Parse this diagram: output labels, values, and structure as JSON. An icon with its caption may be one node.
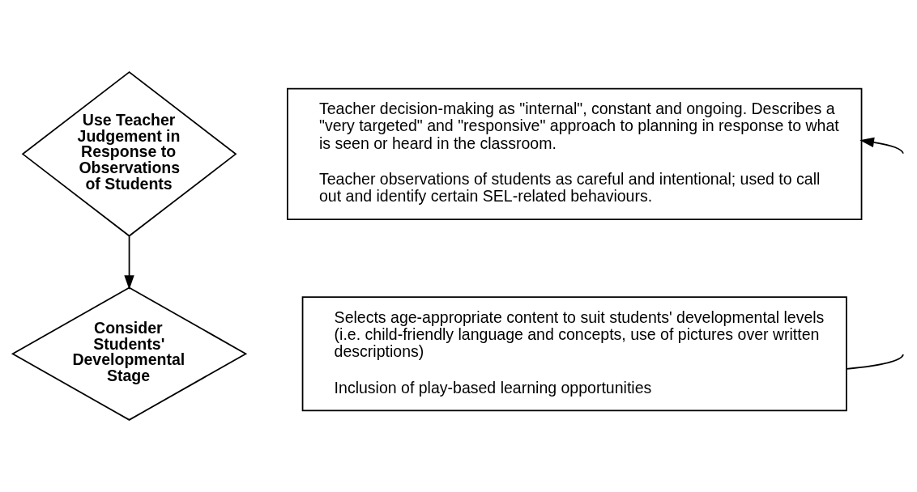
{
  "diagram": {
    "nodes": [
      {
        "text": [
          "Use Teacher Judgement in Response to Observations of Students"
        ]
      },
      {
        "text": [
          "Teacher decision-making as \"internal\", constant and ongoing. Describes a \"very targeted\" and \"responsive\" approach to planning in response to what is seen or heard in the classroom.",
          "Teacher observations of students as careful and intentional; used to call out and identify certain SEL-related behaviours."
        ]
      },
      {
        "text": [
          "Consider Students' Developmental Stage"
        ]
      },
      {
        "text": [
          "Selects age-appropriate content to suit students' developmental levels (i.e. child-friendly language and concepts, use of pictures over written descriptions)",
          "Inclusion of play-based learning opportunities"
        ]
      }
    ],
    "edges": [
      {
        "from": 0,
        "to": 2,
        "arrow": "to"
      },
      {
        "from": null,
        "to": 1,
        "arrow": "to"
      },
      {
        "from": 3,
        "to": null,
        "arrow": "none"
      }
    ]
  }
}
